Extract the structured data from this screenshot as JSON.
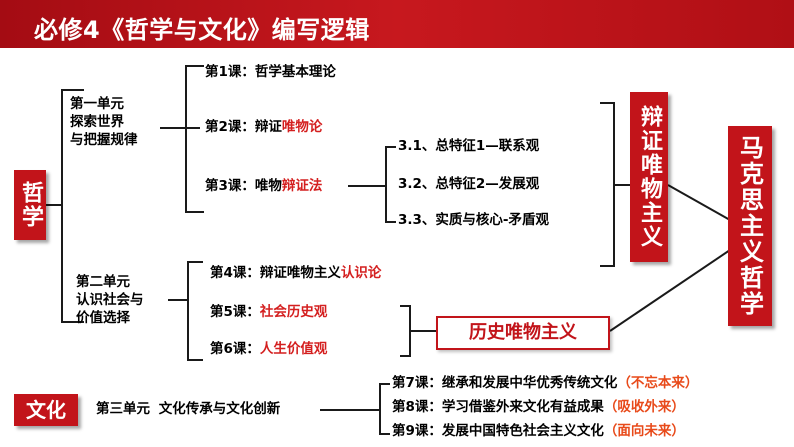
{
  "header": {
    "title": "必修4《哲学与文化》编写逻辑"
  },
  "philosophy": {
    "label": "哲学",
    "unit1": {
      "title_lines": [
        "第一单元",
        "探索世界",
        "与把握规律"
      ],
      "lesson1": {
        "prefix": "第1课：哲学基本理论"
      },
      "lesson2": {
        "prefix": "第2课：辩证",
        "highlight": "唯物论"
      },
      "lesson3": {
        "prefix": "第3课：唯物",
        "highlight": "辩证法",
        "items": [
          "3.1、总特征1—联系观",
          "3.2、总特征2—发展观",
          "3.3、实质与核心-矛盾观"
        ]
      }
    },
    "unit2": {
      "title_lines": [
        "第二单元",
        "认识社会与",
        "价值选择"
      ],
      "lesson4": {
        "prefix": "第4课：辩证唯物主义",
        "highlight": "认识论"
      },
      "lesson5": {
        "prefix": "第5课：",
        "highlight": "社会历史观"
      },
      "lesson6": {
        "prefix": "第6课：",
        "highlight": "人生价值观"
      }
    },
    "dialectical_box": "辩证唯物主义",
    "historical_box": "历史唯物主义",
    "marxist_box": "马克思主义哲学"
  },
  "culture": {
    "label": "文化",
    "unit3_title": "第三单元 文化传承与文化创新",
    "lessons": [
      {
        "prefix": "第7课：继承和发展中华优秀传统文化",
        "highlight": "（不忘本来）"
      },
      {
        "prefix": "第8课：学习借鉴外来文化有益成果",
        "highlight": "（吸收外来）"
      },
      {
        "prefix": "第9课：发展中国特色社会主义文化",
        "highlight": "（面向未来）"
      }
    ]
  },
  "colors": {
    "banner": "#b5121b",
    "accent_red": "#d41f1f",
    "box_red": "#c2141a",
    "highlight_orange": "#e84a1a"
  }
}
